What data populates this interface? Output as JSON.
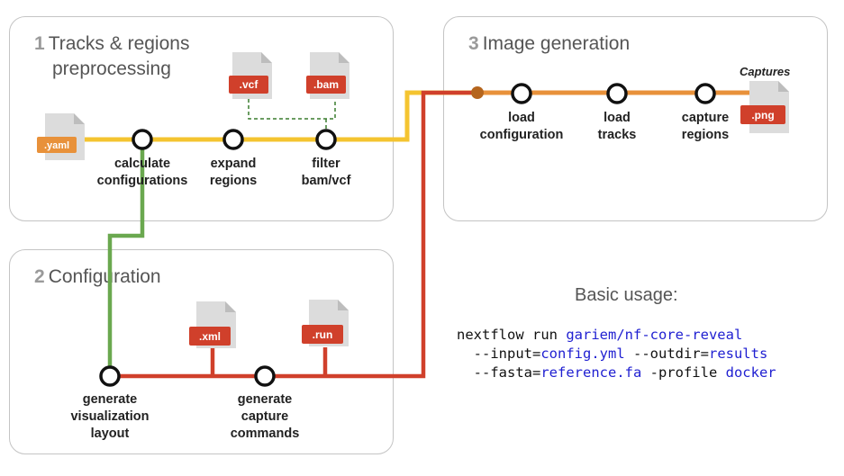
{
  "panels": {
    "preprocessing": {
      "number": "1",
      "title_line1": "Tracks & regions",
      "title_line2": "preprocessing"
    },
    "image_generation": {
      "number": "3",
      "title": "Image generation"
    },
    "configuration": {
      "number": "2",
      "title": "Configuration"
    }
  },
  "steps": {
    "calculate_configurations": [
      "calculate",
      "configurations"
    ],
    "expand_regions": [
      "expand",
      "regions"
    ],
    "filter_bam_vcf": [
      "filter",
      "bam/vcf"
    ],
    "load_configuration": [
      "load",
      "configuration"
    ],
    "load_tracks": [
      "load",
      "tracks"
    ],
    "capture_regions": [
      "capture",
      "regions"
    ],
    "generate_visualization_layout": [
      "generate",
      "visualization",
      "layout"
    ],
    "generate_capture_commands": [
      "generate",
      "capture",
      "commands"
    ]
  },
  "files": {
    "yaml": ".yaml",
    "vcf": ".vcf",
    "bam": ".bam",
    "png": ".png",
    "xml": ".xml",
    "run": ".run"
  },
  "captures_label": "Captures",
  "usage": {
    "title": "Basic usage:",
    "line1_cmd": "nextflow run ",
    "line1_pipeline": "gariem/nf-core-reveal",
    "line2_a": "  --input=",
    "line2_b": "config.yml",
    "line2_c": " --outdir=",
    "line2_d": "results",
    "line3_a": "  --fasta=",
    "line3_b": "reference.fa",
    "line3_c": " -profile ",
    "line3_d": "docker"
  },
  "colors": {
    "yellow_line": "#f4c430",
    "orange_line": "#e8913a",
    "red_line": "#d0402b",
    "green_line": "#6aa84f",
    "file_orange": "#e8913a",
    "file_red": "#d0402b",
    "junction": "#b5651d",
    "code_blue": "#1f1fd1"
  }
}
